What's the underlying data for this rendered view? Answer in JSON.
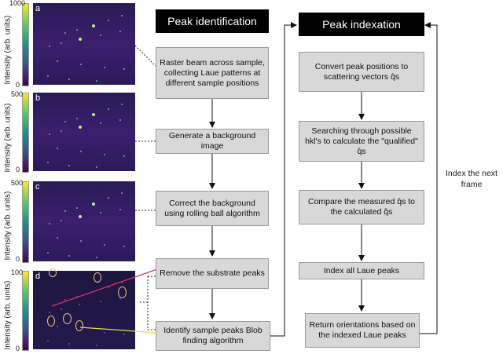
{
  "panels": [
    {
      "label": "a",
      "ylabel": "Intensity (arb. units)",
      "cbar_max": "1000",
      "cbar_min": "0"
    },
    {
      "label": "b",
      "ylabel": "Intensity (arb. units)",
      "cbar_max": "500",
      "cbar_min": "0"
    },
    {
      "label": "c",
      "ylabel": "Intensity (arb. units)",
      "cbar_max": "500",
      "cbar_min": "0"
    },
    {
      "label": "d",
      "ylabel": "Intensity (arb. units)",
      "cbar_max": "100",
      "cbar_min": "0"
    }
  ],
  "identification": {
    "title": "Peak identification",
    "steps": [
      "Raster beam across sample, collecting Laue patterns at different sample positions",
      "Generate a background image",
      "Correct the background using rolling ball algorithm",
      "Remove the substrate peaks",
      "Identify sample peaks Blob finding algorithm"
    ]
  },
  "indexation": {
    "title": "Peak indexation",
    "steps": [
      "Convert peak positions to scattering vectors q̂s",
      "Searching through possible hkl's to calculate the \"qualified\" q̂s",
      "Compare the measured q̂s to the calculated q̂s",
      "Index all Laue peaks",
      "Return orientations based on the indexed Laue peaks"
    ]
  },
  "loop_label": "Index the next frame",
  "colors": {
    "box_fill": "#d8d8d8",
    "header_fill": "#000000",
    "ellipse": "#e8c77a",
    "red_line": "#d6336c",
    "yellow_line": "#e3d95a"
  }
}
